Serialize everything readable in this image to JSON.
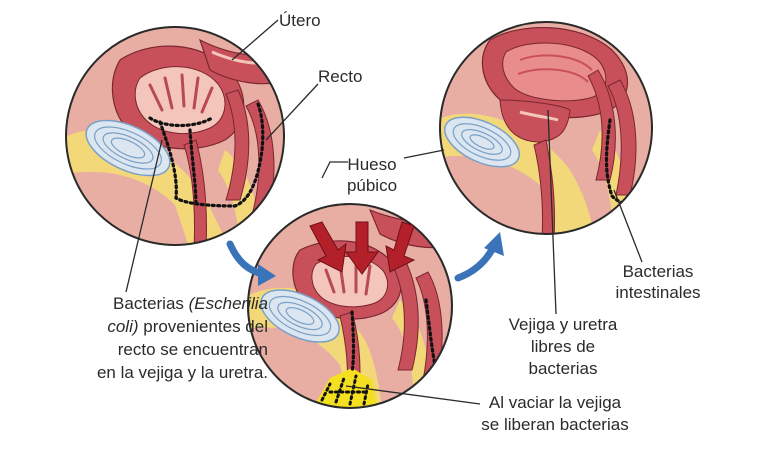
{
  "labels": {
    "utero": "Útero",
    "recto": "Recto",
    "hueso_line1": "Hueso",
    "hueso_line2": "púbico",
    "bacterias_intestinales_line1": "Bacterias",
    "bacterias_intestinales_line2": "intestinales",
    "ecoli_line1_pre": "Bacterias ",
    "ecoli_line1_italic": "(Escherilia",
    "ecoli_line2_italic": "coli)",
    "ecoli_line2_post": " provenientes del",
    "ecoli_line3": "recto se encuentran",
    "ecoli_line4": "en la vejiga y la uretra.",
    "libres_line1": "Vejiga y uretra",
    "libres_line2": "libres de",
    "libres_line3": "bacterias",
    "vaciar_line1": "Al vaciar la vejiga",
    "vaciar_line2": "se liberan bacterias"
  },
  "colors": {
    "outline": "#2a2a2a",
    "tissue": "#e7a79d",
    "muscle": "#c8505a",
    "fat": "#f2d879",
    "bone": "#dbe6f0",
    "bone_ring": "#7aa0c8",
    "arrow_blue": "#3a73b8",
    "push_arrow": "#b3202a",
    "bacteria": "#111111",
    "released": "#f4e020"
  }
}
